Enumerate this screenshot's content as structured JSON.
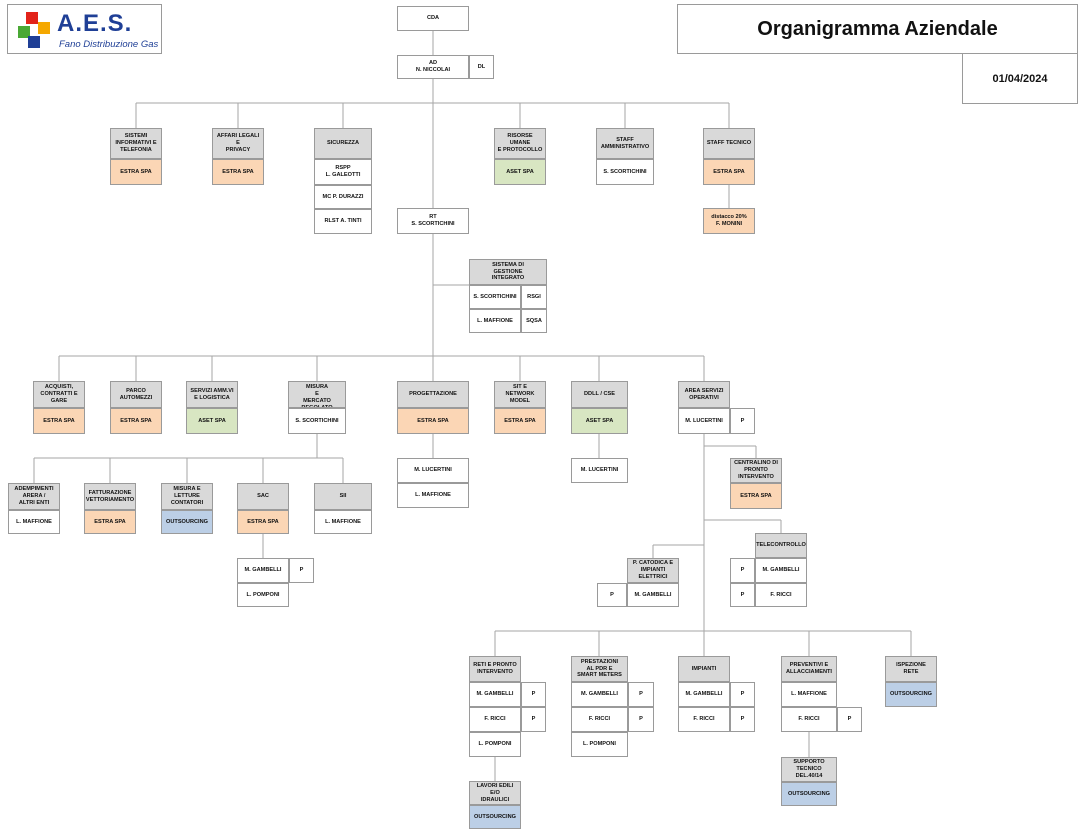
{
  "header": {
    "brand": "A.E.S.",
    "brand_sub": "Fano Distribuzione Gas",
    "title": "Organigramma Aziendale",
    "date": "01/04/2024"
  },
  "colors": {
    "gray": "#d9d9d9",
    "orange": "#fbd6b5",
    "green": "#d8e6c2",
    "blue": "#bccfe6"
  },
  "nodes": {
    "cda": "CDA",
    "ad": "AD\nN. NICCOLAI",
    "ad_tag": "DL",
    "sistemi": "SISTEMI\nINFORMATIVI E\nTELEFONIA",
    "sistemi_v": "ESTRA SPA",
    "affari": "AFFARI LEGALI E\nPRIVACY",
    "affari_v": "ESTRA SPA",
    "sicurezza": "SICUREZZA",
    "rspp": "RSPP\nL. GALEOTTI",
    "mc": "MC P. DURAZZI",
    "rlst": "RLST A. TINTI",
    "risorse": "RISORSE UMANE\nE PROTOCOLLO",
    "risorse_v": "ASET SPA",
    "staffamm": "STAFF\nAMMINISTRATIVO",
    "staffamm_v": "S. SCORTICHINI",
    "stafftec": "STAFF TECNICO",
    "stafftec_v": "ESTRA SPA",
    "distacco": "distacco 20%\nF. MONINI",
    "rt": "RT\nS. SCORTICHINI",
    "sgi": "SISTEMA DI\nGESTIONE\nINTEGRATO",
    "sgi_p1": "S. SCORTICHINI",
    "sgi_r1": "RSGI",
    "sgi_p2": "L. MAFFIONE",
    "sgi_r2": "SQSA",
    "acquisti": "ACQUISTI,\nCONTRATTI E GARE",
    "acquisti_v": "ESTRA SPA",
    "parco": "PARCO AUTOMEZZI",
    "parco_v": "ESTRA SPA",
    "servizi": "SERVIZI AMM.VI\nE LOGISTICA",
    "servizi_v": "ASET SPA",
    "misura": "AREA SERVIZI MISURA\nE\nMERCATO REGOLATO",
    "misura_v": "S. SCORTICHINI",
    "progett": "PROGETTAZIONE",
    "progett_v": "ESTRA SPA",
    "progett_p1": "M. LUCERTINI",
    "progett_p2": "L. MAFFIONE",
    "sit": "SIT E\nNETWORK MODEL",
    "sit_v": "ESTRA SPA",
    "ddll": "DDLL / CSE",
    "ddll_v": "ASET SPA",
    "ddll_p": "M. LUCERTINI",
    "operativi": "AREA SERVIZI\nOPERATIVI",
    "operativi_v": "M. LUCERTINI",
    "operativi_t": "P",
    "centralino": "CENTRALINO DI\nPRONTO\nINTERVENTO",
    "centralino_v": "ESTRA SPA",
    "adempimenti": "ADEMPIMENTI\nARERA /\nALTRI ENTI",
    "adempimenti_v": "L. MAFFIONE",
    "fatturazione": "FATTURAZIONE\nVETTORIAMENTO",
    "fatturazione_v": "ESTRA SPA",
    "letture": "MISURA E LETTURE\nCONTATORI",
    "letture_v": "OUTSOURCING",
    "sac": "SAC",
    "sac_v": "ESTRA SPA",
    "sac_p1": "M. GAMBELLI",
    "sac_t1": "P",
    "sac_p2": "L. POMPONI",
    "sii": "SII",
    "sii_v": "L. MAFFIONE",
    "telecontrollo": "TELECONTROLLO",
    "tele_t1": "P",
    "tele_p1": "M. GAMBELLI",
    "tele_t2": "P",
    "tele_p2": "F. RICCI",
    "catodica": "P. CATODICA E\nIMPIANTI ELETTRICI",
    "catodica_t": "P",
    "catodica_p": "M. GAMBELLI",
    "reti": "RETI E PRONTO\nINTERVENTO",
    "reti_p1": "M. GAMBELLI",
    "reti_t1": "P",
    "reti_p2": "F. RICCI",
    "reti_t2": "P",
    "reti_p3": "L. POMPONI",
    "lavori": "LAVORI EDILI E/O\nIDRAULICI",
    "lavori_v": "OUTSOURCING",
    "prestazioni": "PRESTAZIONI\nAL PDR E\nSMART METERS",
    "prest_p1": "M. GAMBELLI",
    "prest_t1": "P",
    "prest_p2": "F. RICCI",
    "prest_t2": "P",
    "prest_p3": "L. POMPONI",
    "impianti": "IMPIANTI",
    "imp_p1": "M. GAMBELLI",
    "imp_t1": "P",
    "imp_p2": "F. RICCI",
    "imp_t2": "P",
    "preventivi": "PREVENTIVI E\nALLACCIAMENTI",
    "prev_p1": "L. MAFFIONE",
    "prev_p2": "F. RICCI",
    "prev_t2": "P",
    "supporto": "SUPPORTO TECNICO\nDEL.40/14",
    "supporto_v": "OUTSOURCING",
    "ispezione": "ISPEZIONE RETE",
    "ispezione_v": "OUTSOURCING"
  }
}
